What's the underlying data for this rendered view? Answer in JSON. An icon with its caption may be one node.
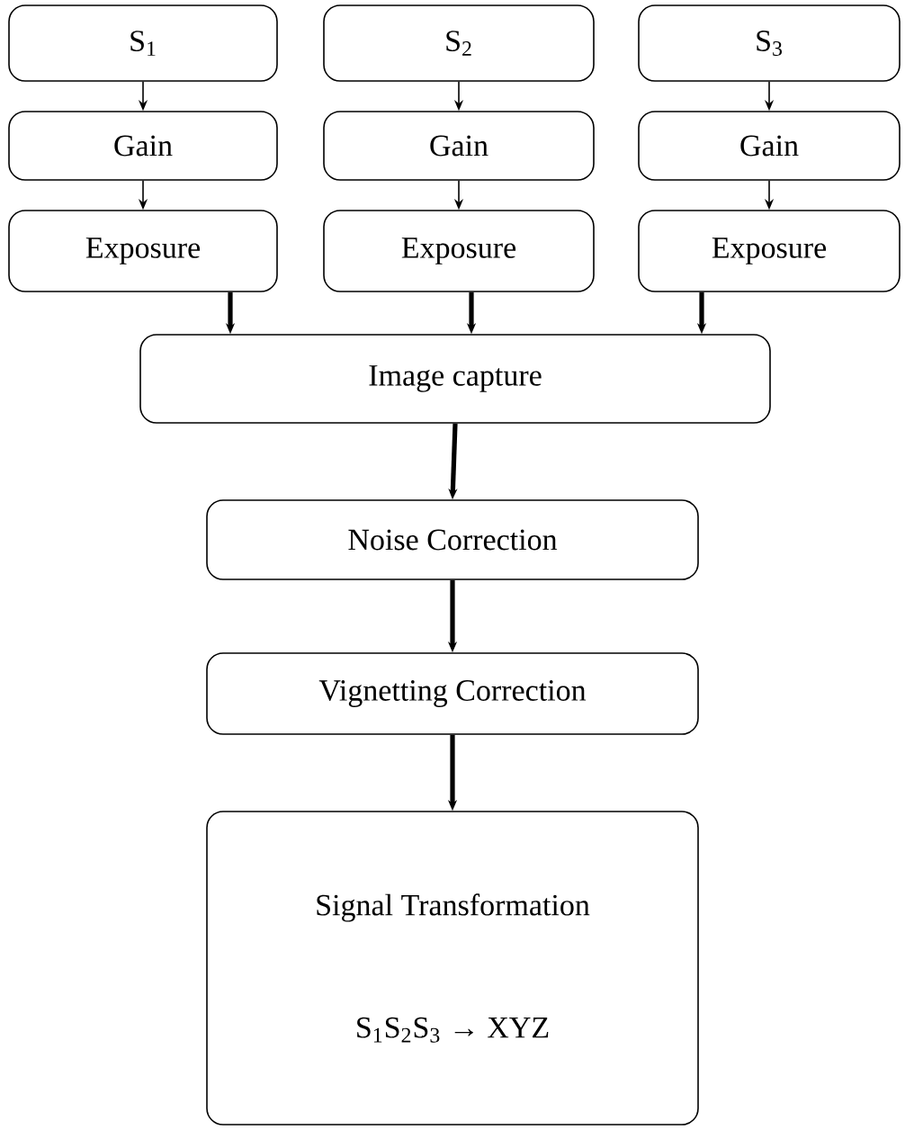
{
  "diagram": {
    "nodes": [
      {
        "text": [
          "S$_{1}$"
        ]
      },
      {
        "text": [
          "Gain"
        ]
      },
      {
        "text": [
          "Exposure"
        ]
      },
      {
        "text": [
          "S$_{2}$"
        ]
      },
      {
        "text": [
          "Gain"
        ]
      },
      {
        "text": [
          "Exposure"
        ]
      },
      {
        "text": [
          "S$_{3}$"
        ]
      },
      {
        "text": [
          "Gain"
        ]
      },
      {
        "text": [
          "Exposure"
        ]
      },
      {
        "text": [
          "Image capture"
        ]
      },
      {
        "text": [
          "Noise Correction"
        ]
      },
      {
        "text": [
          "Vignetting Correction"
        ]
      },
      {
        "text": [
          "Signal Transformation",
          "S$_{1}$S$_{2}$S$_{3}$ → XYZ"
        ]
      }
    ],
    "edges": [
      {
        "from": 0,
        "to": 1,
        "arrow": "to"
      },
      {
        "from": 1,
        "to": 2,
        "arrow": "to"
      },
      {
        "from": 3,
        "to": 4,
        "arrow": "to"
      },
      {
        "from": 4,
        "to": 5,
        "arrow": "to"
      },
      {
        "from": 6,
        "to": 7,
        "arrow": "to"
      },
      {
        "from": 7,
        "to": 8,
        "arrow": "to"
      },
      {
        "from": 2,
        "to": 9,
        "arrow": "to",
        "style": "thick"
      },
      {
        "from": 5,
        "to": 9,
        "arrow": "to",
        "style": "thick"
      },
      {
        "from": 8,
        "to": 9,
        "arrow": "to",
        "style": "thick"
      },
      {
        "from": 9,
        "to": 10,
        "arrow": "to",
        "style": "thick"
      },
      {
        "from": 10,
        "to": 11,
        "arrow": "to",
        "style": "thick"
      },
      {
        "from": 11,
        "to": 12,
        "arrow": "to",
        "style": "thick"
      }
    ]
  }
}
